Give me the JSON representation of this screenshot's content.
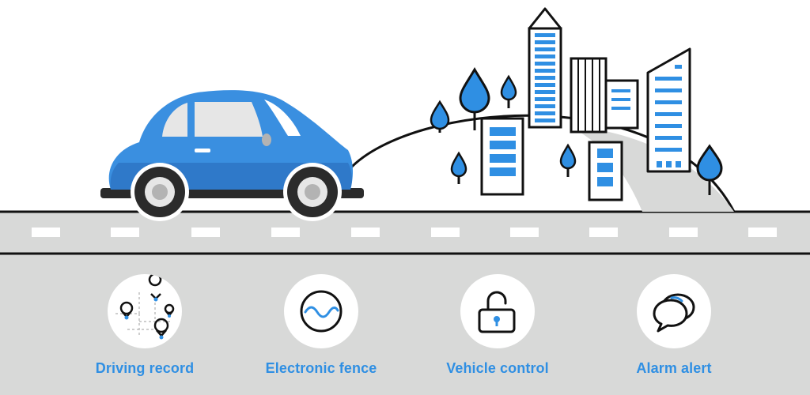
{
  "colors": {
    "accent": "#2f8fe3",
    "road": "#d8d9d8",
    "outline": "#111111"
  },
  "features": [
    {
      "label": "Driving record",
      "icon": "map-pins-icon"
    },
    {
      "label": "Electronic fence",
      "icon": "wave-circle-icon"
    },
    {
      "label": "Vehicle control",
      "icon": "unlock-icon"
    },
    {
      "label": "Alarm alert",
      "icon": "chat-bubbles-icon"
    }
  ]
}
